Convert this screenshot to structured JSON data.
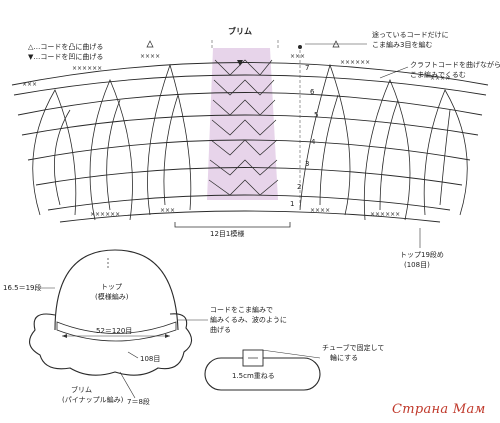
{
  "diagram": {
    "title": "ブリム",
    "legend": {
      "up": "△…コードを凸に曲げる",
      "down": "▼…コードを凹に曲げる"
    },
    "top_right_note": [
      "途っているコードだけに",
      "こま編み3目を編む"
    ],
    "right_note": [
      "クラフトコードを曲げながら",
      "こま編みでくるむ"
    ],
    "row_numbers": [
      "7",
      "6",
      "5",
      "4",
      "3",
      "2",
      "1"
    ],
    "repeat_label": "12目1模様",
    "top_rows": [
      "トップ19段め",
      "(108目)"
    ],
    "top_label": [
      "トップ",
      "(模様編み)"
    ],
    "side_left": "16.5＝19段",
    "circumference": "52＝120目",
    "cord_note": [
      "コードをこま編みで",
      "編みくるみ、波のように",
      "曲げる"
    ],
    "brim_count": "108目",
    "brim_label": [
      "ブリム",
      "(パイナップル編み)"
    ],
    "brim_rows": "7＝8段",
    "tube_note": [
      "チューブで固定して",
      "輪にする"
    ],
    "overlap": "1.5cm重ねる",
    "watermark": "Страна Мам",
    "colors": {
      "line": "#2a2a2a",
      "highlight": "#e7d4ea",
      "brand": "#c0392b"
    }
  }
}
